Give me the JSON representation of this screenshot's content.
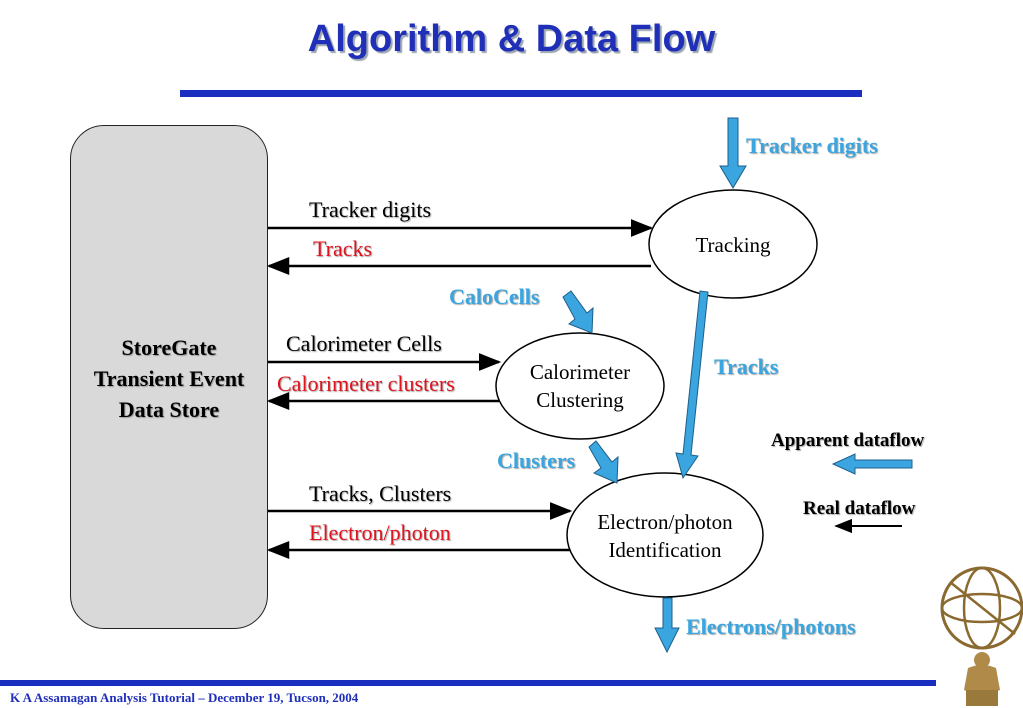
{
  "title": "Algorithm & Data Flow",
  "store": {
    "lines": [
      "StoreGate",
      "Transient Event",
      "Data Store"
    ]
  },
  "nodes": {
    "tracking": [
      "Tracking"
    ],
    "calo": [
      "Calorimeter",
      "Clustering"
    ],
    "egamma": [
      "Electron/photon",
      "Identification"
    ]
  },
  "flows": {
    "tracker_digits_in": "Tracker digits",
    "tracks_out": "Tracks",
    "calo_cells_in": "Calorimeter Cells",
    "calo_clusters_out": "Calorimeter clusters",
    "tracks_in": "Tracks",
    "comma": ",",
    "clusters_in": "Clusters",
    "egamma_out": "Electron/photon"
  },
  "apparent": {
    "tracker_digits": "Tracker digits",
    "calocells": "CaloCells",
    "tracks": "Tracks",
    "clusters": "Clusters",
    "electrons_photons": "Electrons/photons"
  },
  "legend": {
    "apparent": "Apparent dataflow",
    "real": "Real dataflow"
  },
  "colors": {
    "title": "#1f2fb8",
    "rule": "#1a2fbf",
    "apparent_arrow": "#3aa5df",
    "red": "#e0141e",
    "green": "#0d8f2a"
  },
  "footer": "K A Assamagan Analysis Tutorial – December 19, Tucson, 2004"
}
